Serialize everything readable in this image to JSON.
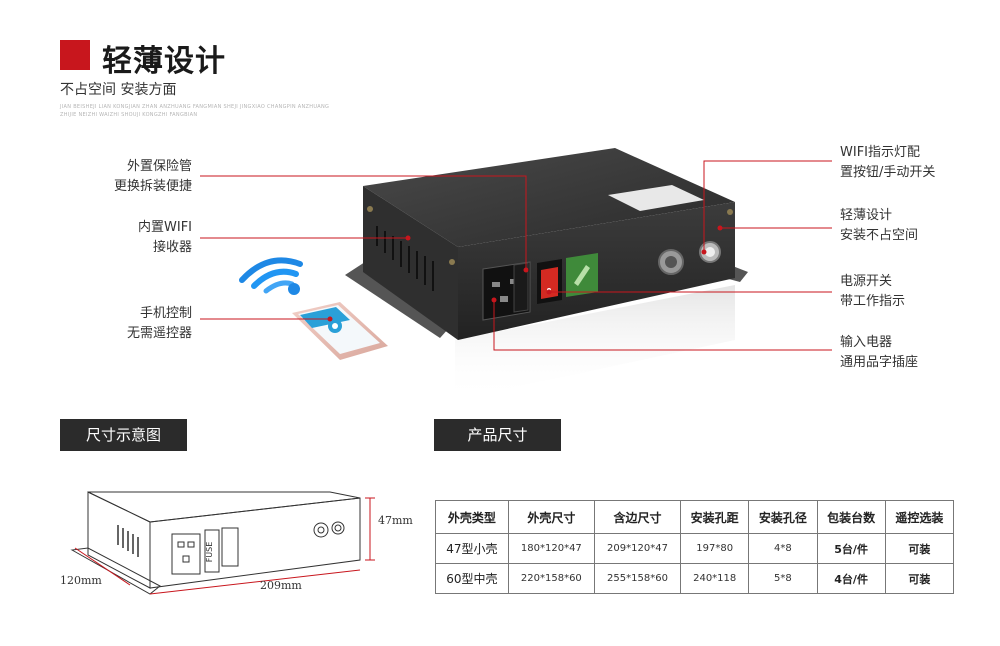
{
  "header": {
    "title": "轻薄设计",
    "subtitle": "不占空间 安装方面",
    "fine_print": "JIAN BEISHEJI LIAN KONGJIAN ZHAN ANZHUANG FANGMIAN SHEJI JINGXIAO CHANGPIN ANZHUANG ZHIJIE NEIZHI WAIZHI SHOUJI KONGZHI FANGBIAN"
  },
  "colors": {
    "accent": "#c8161d",
    "dark": "#2b2b2b",
    "device": "#3a3a3a"
  },
  "callouts": {
    "fuse": [
      "外置保险管",
      "更换拆装便捷"
    ],
    "wifi_receiver": [
      "内置WIFI",
      "接收器"
    ],
    "phone_control": [
      "手机控制",
      "无需遥控器"
    ],
    "wifi_light": [
      "WIFI指示灯配",
      "置按钮/手动开关"
    ],
    "slim": [
      "轻薄设计",
      "安装不占空间"
    ],
    "power_switch": [
      "电源开关",
      "带工作指示"
    ],
    "input": [
      "输入电器",
      "通用品字插座"
    ]
  },
  "device": {
    "fuse_label": "FUSE"
  },
  "sections": {
    "dimension_diagram": "尺寸示意图",
    "product_size": "产品尺寸"
  },
  "dimensions": {
    "height": "47mm",
    "depth": "120mm",
    "width": "209mm"
  },
  "spec_table": {
    "headers": [
      "外壳类型",
      "外壳尺寸",
      "含边尺寸",
      "安装孔距",
      "安装孔径",
      "包装台数",
      "遥控选装"
    ],
    "rows": [
      [
        "47型小壳",
        "180*120*47",
        "209*120*47",
        "197*80",
        "4*8",
        "5台/件",
        "可装"
      ],
      [
        "60型中壳",
        "220*158*60",
        "255*158*60",
        "240*118",
        "5*8",
        "4台/件",
        "可装"
      ]
    ]
  }
}
